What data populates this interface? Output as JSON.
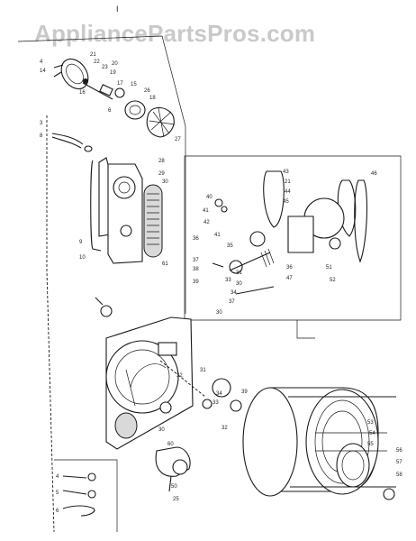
{
  "watermark": "AppliancePartsPros.com",
  "page_mark": "I",
  "labels": [
    {
      "id": "l-a1",
      "text": "4"
    },
    {
      "id": "l-a2",
      "text": "21"
    },
    {
      "id": "l-a3",
      "text": "22"
    },
    {
      "id": "l-a4",
      "text": "23"
    },
    {
      "id": "l-a5",
      "text": "20"
    },
    {
      "id": "l-a6",
      "text": "19"
    },
    {
      "id": "l-a7",
      "text": "14"
    },
    {
      "id": "l-a8",
      "text": "17"
    },
    {
      "id": "l-a9",
      "text": "15"
    },
    {
      "id": "l-a10",
      "text": "16"
    },
    {
      "id": "l-a11",
      "text": "26"
    },
    {
      "id": "l-a12",
      "text": "18"
    },
    {
      "id": "l-a13",
      "text": "6"
    },
    {
      "id": "l-a14",
      "text": "27"
    },
    {
      "id": "l-b1",
      "text": "3"
    },
    {
      "id": "l-b2",
      "text": "8"
    },
    {
      "id": "l-c1",
      "text": "28"
    },
    {
      "id": "l-c2",
      "text": "29"
    },
    {
      "id": "l-c3",
      "text": "30"
    },
    {
      "id": "l-c4",
      "text": "9"
    },
    {
      "id": "l-c5",
      "text": "10"
    },
    {
      "id": "l-c6",
      "text": "61"
    },
    {
      "id": "l-d1",
      "text": "43"
    },
    {
      "id": "l-d2",
      "text": "21"
    },
    {
      "id": "l-d3",
      "text": "44"
    },
    {
      "id": "l-d4",
      "text": "45"
    },
    {
      "id": "l-d5",
      "text": "46"
    },
    {
      "id": "l-d6",
      "text": "40"
    },
    {
      "id": "l-d7",
      "text": "41"
    },
    {
      "id": "l-d8",
      "text": "42"
    },
    {
      "id": "l-d9",
      "text": "41"
    },
    {
      "id": "l-d10",
      "text": "35"
    },
    {
      "id": "l-d11",
      "text": "36"
    },
    {
      "id": "l-d12",
      "text": "37"
    },
    {
      "id": "l-d13",
      "text": "38"
    },
    {
      "id": "l-d14",
      "text": "39"
    },
    {
      "id": "l-d15",
      "text": "33"
    },
    {
      "id": "l-d16",
      "text": "31"
    },
    {
      "id": "l-d17",
      "text": "30"
    },
    {
      "id": "l-d18",
      "text": "34"
    },
    {
      "id": "l-d19",
      "text": "37"
    },
    {
      "id": "l-d20",
      "text": "47"
    },
    {
      "id": "l-d21",
      "text": "51"
    },
    {
      "id": "l-d22",
      "text": "52"
    },
    {
      "id": "l-d23",
      "text": "36"
    },
    {
      "id": "l-e1",
      "text": "30"
    },
    {
      "id": "l-e2",
      "text": "31"
    },
    {
      "id": "l-e3",
      "text": "32"
    },
    {
      "id": "l-f1",
      "text": "30"
    },
    {
      "id": "l-f2",
      "text": "60"
    },
    {
      "id": "l-f3",
      "text": "50"
    },
    {
      "id": "l-f4",
      "text": "25"
    },
    {
      "id": "l-g1",
      "text": "34"
    },
    {
      "id": "l-g2",
      "text": "33"
    },
    {
      "id": "l-g3",
      "text": "32"
    },
    {
      "id": "l-g4",
      "text": "39"
    },
    {
      "id": "l-g5",
      "text": "53"
    },
    {
      "id": "l-g6",
      "text": "54"
    },
    {
      "id": "l-g7",
      "text": "55"
    },
    {
      "id": "l-g8",
      "text": "56"
    },
    {
      "id": "l-g9",
      "text": "57"
    },
    {
      "id": "l-g10",
      "text": "58"
    },
    {
      "id": "l-h1",
      "text": "4"
    },
    {
      "id": "l-h2",
      "text": "5"
    },
    {
      "id": "l-h3",
      "text": "6"
    }
  ]
}
